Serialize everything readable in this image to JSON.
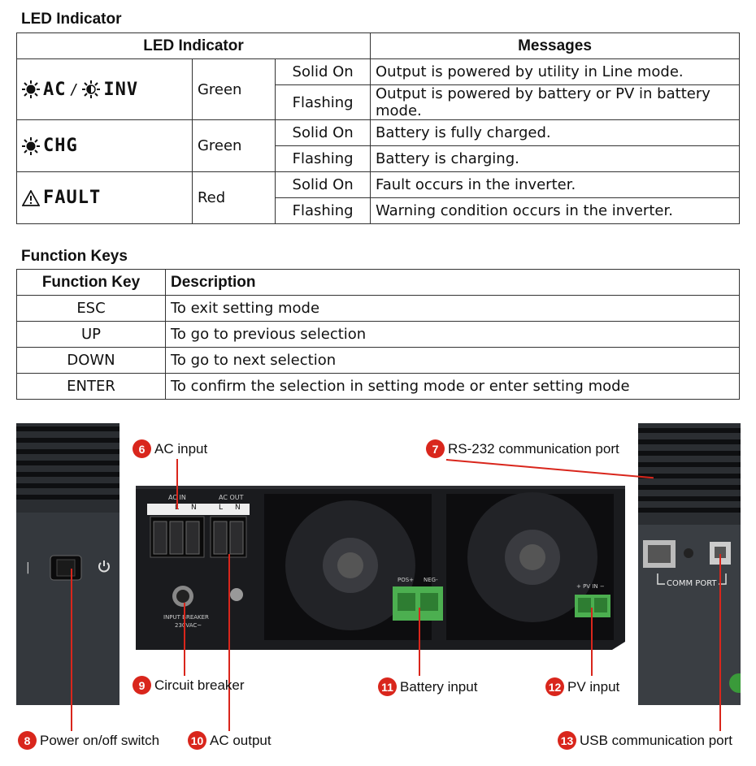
{
  "led_section": {
    "title": "LED Indicator",
    "headers": [
      "LED Indicator",
      "Messages"
    ],
    "rows": [
      {
        "led": "AC / INV",
        "color": "Green",
        "states": [
          {
            "state": "Solid On",
            "message": "Output is powered by utility in Line mode."
          },
          {
            "state": "Flashing",
            "message": "Output is powered by battery or PV in battery mode."
          }
        ]
      },
      {
        "led": "CHG",
        "color": "Green",
        "states": [
          {
            "state": "Solid On",
            "message": "Battery is fully charged."
          },
          {
            "state": "Flashing",
            "message": "Battery is charging."
          }
        ]
      },
      {
        "led": "FAULT",
        "color": "Red",
        "states": [
          {
            "state": "Solid On",
            "message": "Fault occurs in the inverter."
          },
          {
            "state": "Flashing",
            "message": "Warning condition occurs in the inverter."
          }
        ]
      }
    ],
    "led_labels": {
      "ac": "AC",
      "inv": "INV",
      "chg": "CHG",
      "fault": "FAULT"
    }
  },
  "function_section": {
    "title": "Function Keys",
    "headers": [
      "Function Key",
      "Description"
    ],
    "rows": [
      {
        "key": "ESC",
        "desc": "To exit setting mode"
      },
      {
        "key": "UP",
        "desc": "To go to previous selection"
      },
      {
        "key": "DOWN",
        "desc": "To go to next selection"
      },
      {
        "key": "ENTER",
        "desc": "To confirm the selection in setting mode or enter setting mode"
      }
    ]
  },
  "photo": {
    "panel_labels": {
      "ac_in": "AC IN",
      "ac_out": "AC OUT",
      "l": "L",
      "n": "N",
      "input_breaker": "INPUT BREAKER",
      "breaker_rating": "230VAC~",
      "pos": "POS+",
      "neg": "NEG-",
      "pv_in": "+ PV IN −",
      "comm_port": "COMM PORT"
    },
    "callouts": [
      {
        "num": "6",
        "label": "AC input"
      },
      {
        "num": "7",
        "label": "RS-232 communication port"
      },
      {
        "num": "8",
        "label": "Power on/off switch"
      },
      {
        "num": "9",
        "label": "Circuit breaker"
      },
      {
        "num": "10",
        "label": "AC output"
      },
      {
        "num": "11",
        "label": "Battery input"
      },
      {
        "num": "12",
        "label": "PV input"
      },
      {
        "num": "13",
        "label": "USB communication port"
      }
    ]
  },
  "colors": {
    "callout": "#d9261c",
    "table_border": "#333333",
    "device": "#1a1b1e",
    "terminal_green": "#4caf50"
  }
}
